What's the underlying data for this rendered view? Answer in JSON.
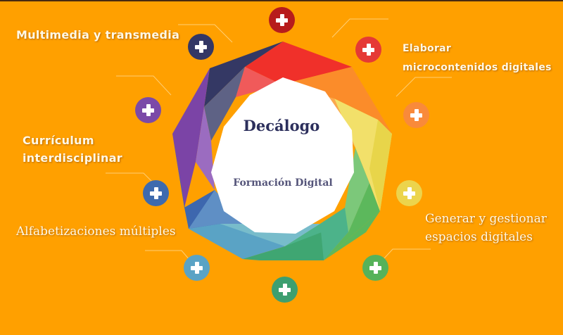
{
  "center": {
    "title": "Decálogo",
    "subtitle": "Formación Digital"
  },
  "labels": [
    {
      "id": "multimedia",
      "text": "Multimedia y transmedia"
    },
    {
      "id": "elaborar-1",
      "text": "Elaborar"
    },
    {
      "id": "elaborar-2",
      "text": "microcontenidos digitales"
    },
    {
      "id": "curriculum-1",
      "text": "Currículum"
    },
    {
      "id": "curriculum-2",
      "text": "interdisciplinar"
    },
    {
      "id": "alfabetizaciones",
      "text": "Alfabetizaciones múltiples"
    },
    {
      "id": "generar-1",
      "text": "Generar y gestionar"
    },
    {
      "id": "generar-2",
      "text": "espacios digitales"
    }
  ],
  "buttons": [
    {
      "id": "top",
      "icon": "plus-icon",
      "color": "#b71c1c"
    },
    {
      "id": "navy",
      "icon": "plus-icon",
      "color": "#333765"
    },
    {
      "id": "red",
      "icon": "plus-icon",
      "color": "#e53935"
    },
    {
      "id": "purple",
      "icon": "plus-icon",
      "color": "#7b4aa8"
    },
    {
      "id": "orange",
      "icon": "plus-icon",
      "color": "#f98a3a"
    },
    {
      "id": "blue",
      "icon": "plus-icon",
      "color": "#3d6aae"
    },
    {
      "id": "yellow",
      "icon": "plus-icon",
      "color": "#ecd44c"
    },
    {
      "id": "lightblue",
      "icon": "plus-icon",
      "color": "#5aa3c5"
    },
    {
      "id": "green",
      "icon": "plus-icon",
      "color": "#56b25a"
    },
    {
      "id": "teal",
      "icon": "plus-icon",
      "color": "#3d9f70"
    }
  ],
  "colors": {
    "background": "#ffa000",
    "center_fill": "#ffffff",
    "title_color": "#2c2f5c",
    "subtitle_color": "#55557a"
  }
}
